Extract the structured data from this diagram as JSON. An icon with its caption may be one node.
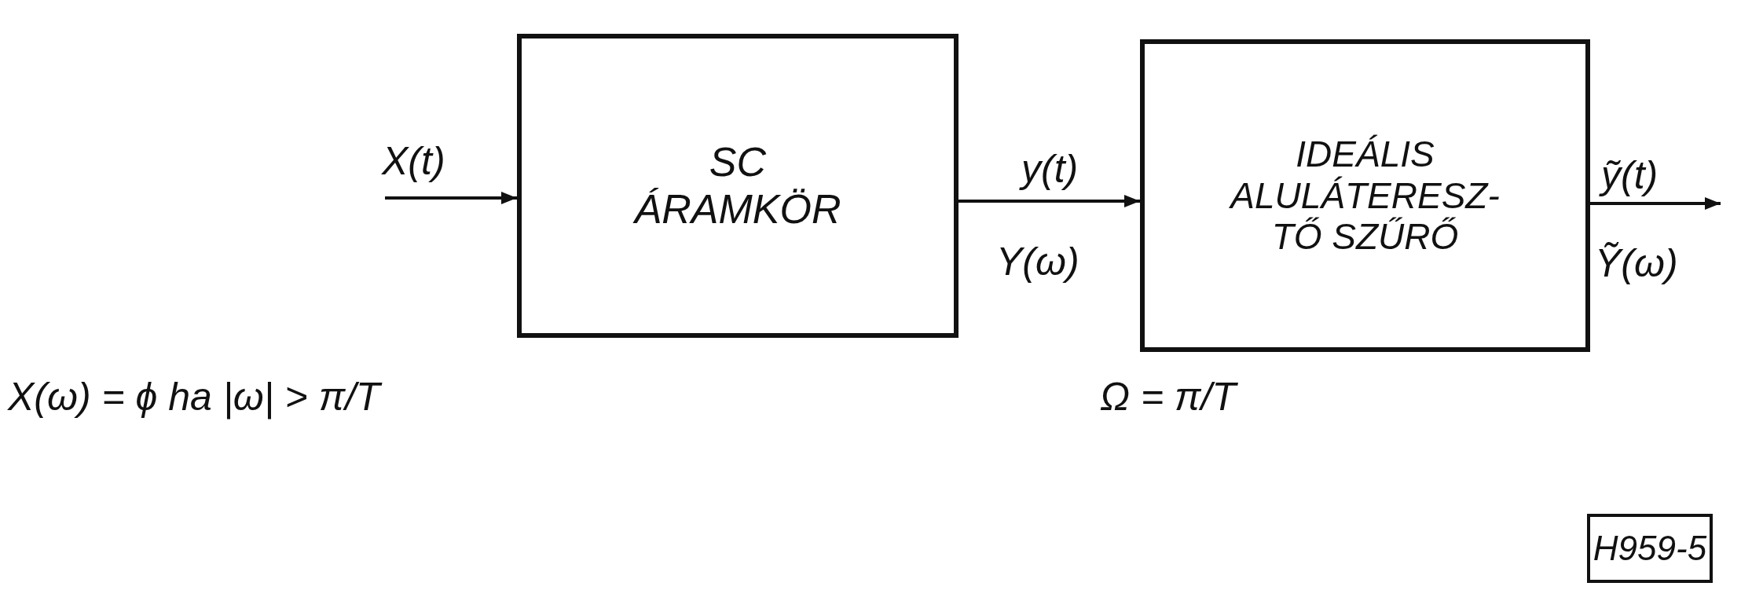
{
  "diagram": {
    "nodes": [
      {
        "text": [
          "SC ÁRAMKÖR"
        ]
      },
      {
        "text": [
          "IDEÁLIS ALULÁTERESZ- TŐ SZŰRŐ"
        ]
      },
      {
        "text": [
          "H959-5"
        ]
      }
    ],
    "edges": [
      {
        "from": null,
        "to": 0,
        "arrow": "to"
      },
      {
        "from": 0,
        "to": 1,
        "arrow": "to"
      },
      {
        "from": 1,
        "to": null,
        "arrow": "to"
      }
    ],
    "labels": [
      "X(t)",
      "y(t)",
      "Y(ω)",
      "ỹ(t)",
      "Ỹ(ω)",
      "X(ω) = ϕ ha |ω| > π/T",
      "Ω = π/T"
    ]
  }
}
